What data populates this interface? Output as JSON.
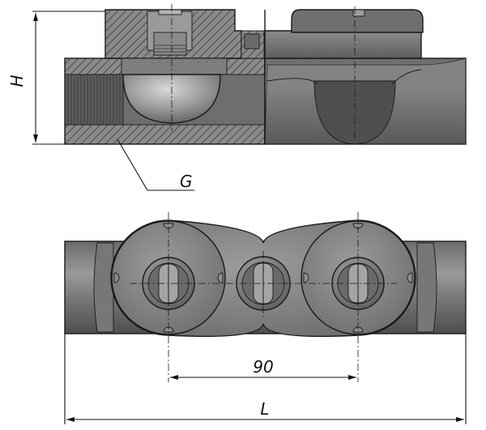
{
  "labels": {
    "height": "H",
    "thread": "G",
    "center_distance": "90",
    "length": "L"
  },
  "colors": {
    "body_dark": "#5b5b5b",
    "body_mid": "#7d7d7d",
    "body_light": "#a9a9a9",
    "hatch": "#3a3a3a",
    "line": "#111111"
  }
}
